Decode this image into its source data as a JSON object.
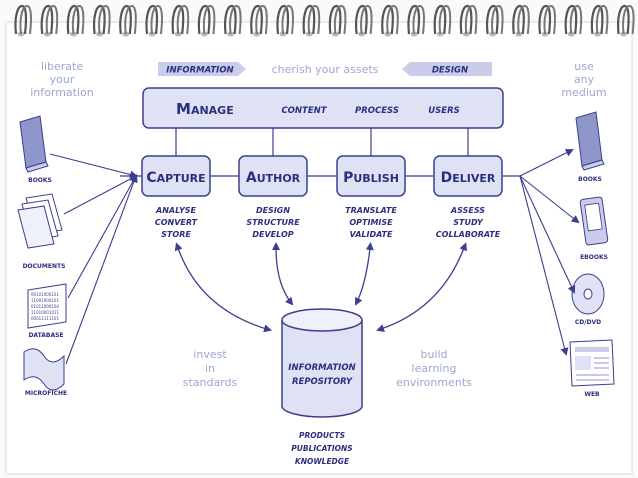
{
  "banner": {
    "left_tag": "INFORMATION",
    "center": "cherish your assets",
    "right_tag": "DESIGN"
  },
  "left_note": [
    "liberate",
    "your",
    "information"
  ],
  "right_note": [
    "use",
    "any",
    "medium"
  ],
  "manage": {
    "title_first": "M",
    "title_rest": "ANAGE",
    "items": [
      "CONTENT",
      "PROCESS",
      "USERS"
    ]
  },
  "stages": [
    {
      "first": "C",
      "rest": "APTURE",
      "tasks": [
        "ANALYSE",
        "CONVERT",
        "STORE"
      ]
    },
    {
      "first": "A",
      "rest": "UTHOR",
      "tasks": [
        "DESIGN",
        "STRUCTURE",
        "DEVELOP"
      ]
    },
    {
      "first": "P",
      "rest": "UBLISH",
      "tasks": [
        "TRANSLATE",
        "OPTIMISE",
        "VALIDATE"
      ]
    },
    {
      "first": "D",
      "rest": "ELIVER",
      "tasks": [
        "ASSESS",
        "STUDY",
        "COLLABORATE"
      ]
    }
  ],
  "sources": [
    "BOOKS",
    "DOCUMENTS",
    "DATABASE",
    "MICROFICHE"
  ],
  "database_bits": [
    "00101000101",
    "11001000101",
    "01011000100",
    "11010001011",
    "00011111101"
  ],
  "outputs": [
    "BOOKS",
    "EBOOKS",
    "CD/DVD",
    "WEB"
  ],
  "repository": {
    "lines": [
      "INFORMATION",
      "REPOSITORY"
    ],
    "outputs": [
      "PRODUCTS",
      "PUBLICATIONS",
      "KNOWLEDGE"
    ]
  },
  "bottom_left_note": [
    "invest",
    "in",
    "standards"
  ],
  "bottom_right_note": [
    "build",
    "learning",
    "environments"
  ],
  "colors": {
    "ink": "#2a2f80",
    "box_fill": "#dfe2f4",
    "box_stroke": "#3a3f8f",
    "soft_text": "#9ea6d4",
    "banner_tag_fill": "#c9cdea"
  }
}
